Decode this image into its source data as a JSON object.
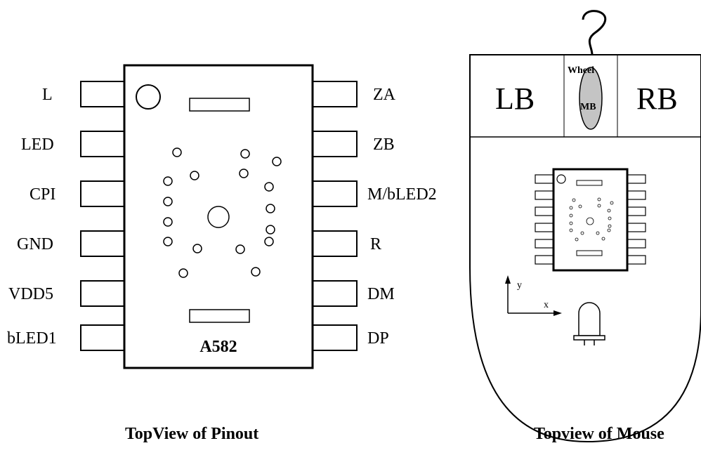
{
  "chip": {
    "name": "A582",
    "left_pins": [
      "L",
      "LED",
      "CPI",
      "GND",
      "VDD5",
      "bLED1"
    ],
    "right_pins": [
      "ZA",
      "ZB",
      "M/bLED2",
      "R",
      "DM",
      "DP"
    ]
  },
  "mouse": {
    "left_button": "LB",
    "right_button": "RB",
    "wheel_label": "Wheel",
    "middle_button": "MB",
    "axis_y": "y",
    "axis_x": "x"
  },
  "captions": {
    "pinout": "TopView of  Pinout",
    "mouse": "Topview of Mouse"
  }
}
